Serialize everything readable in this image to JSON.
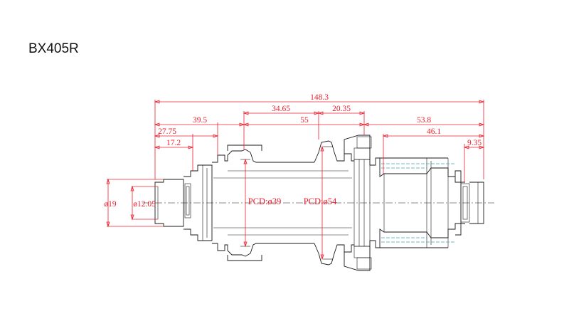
{
  "title": "BX405R",
  "colors": {
    "dimension": "#e8212e",
    "outline": "#1a1a1a",
    "hidden": "#3aa7b8"
  },
  "dimensions": {
    "overall_length": "148.3",
    "left_to_flange": "39.5",
    "flange_to_center": "34.65",
    "center_to_rotor": "20.35",
    "flange_spacing": "55",
    "right_section": "53.8",
    "left_locknut": "27.75",
    "left_end": "17.2",
    "right_bearing": "46.1",
    "right_end": "9.35",
    "axle_dia": "ø19",
    "bore_dia": "ø12.05",
    "pcd_left": "PCD:ø39",
    "pcd_right": "PCD:ø54"
  }
}
